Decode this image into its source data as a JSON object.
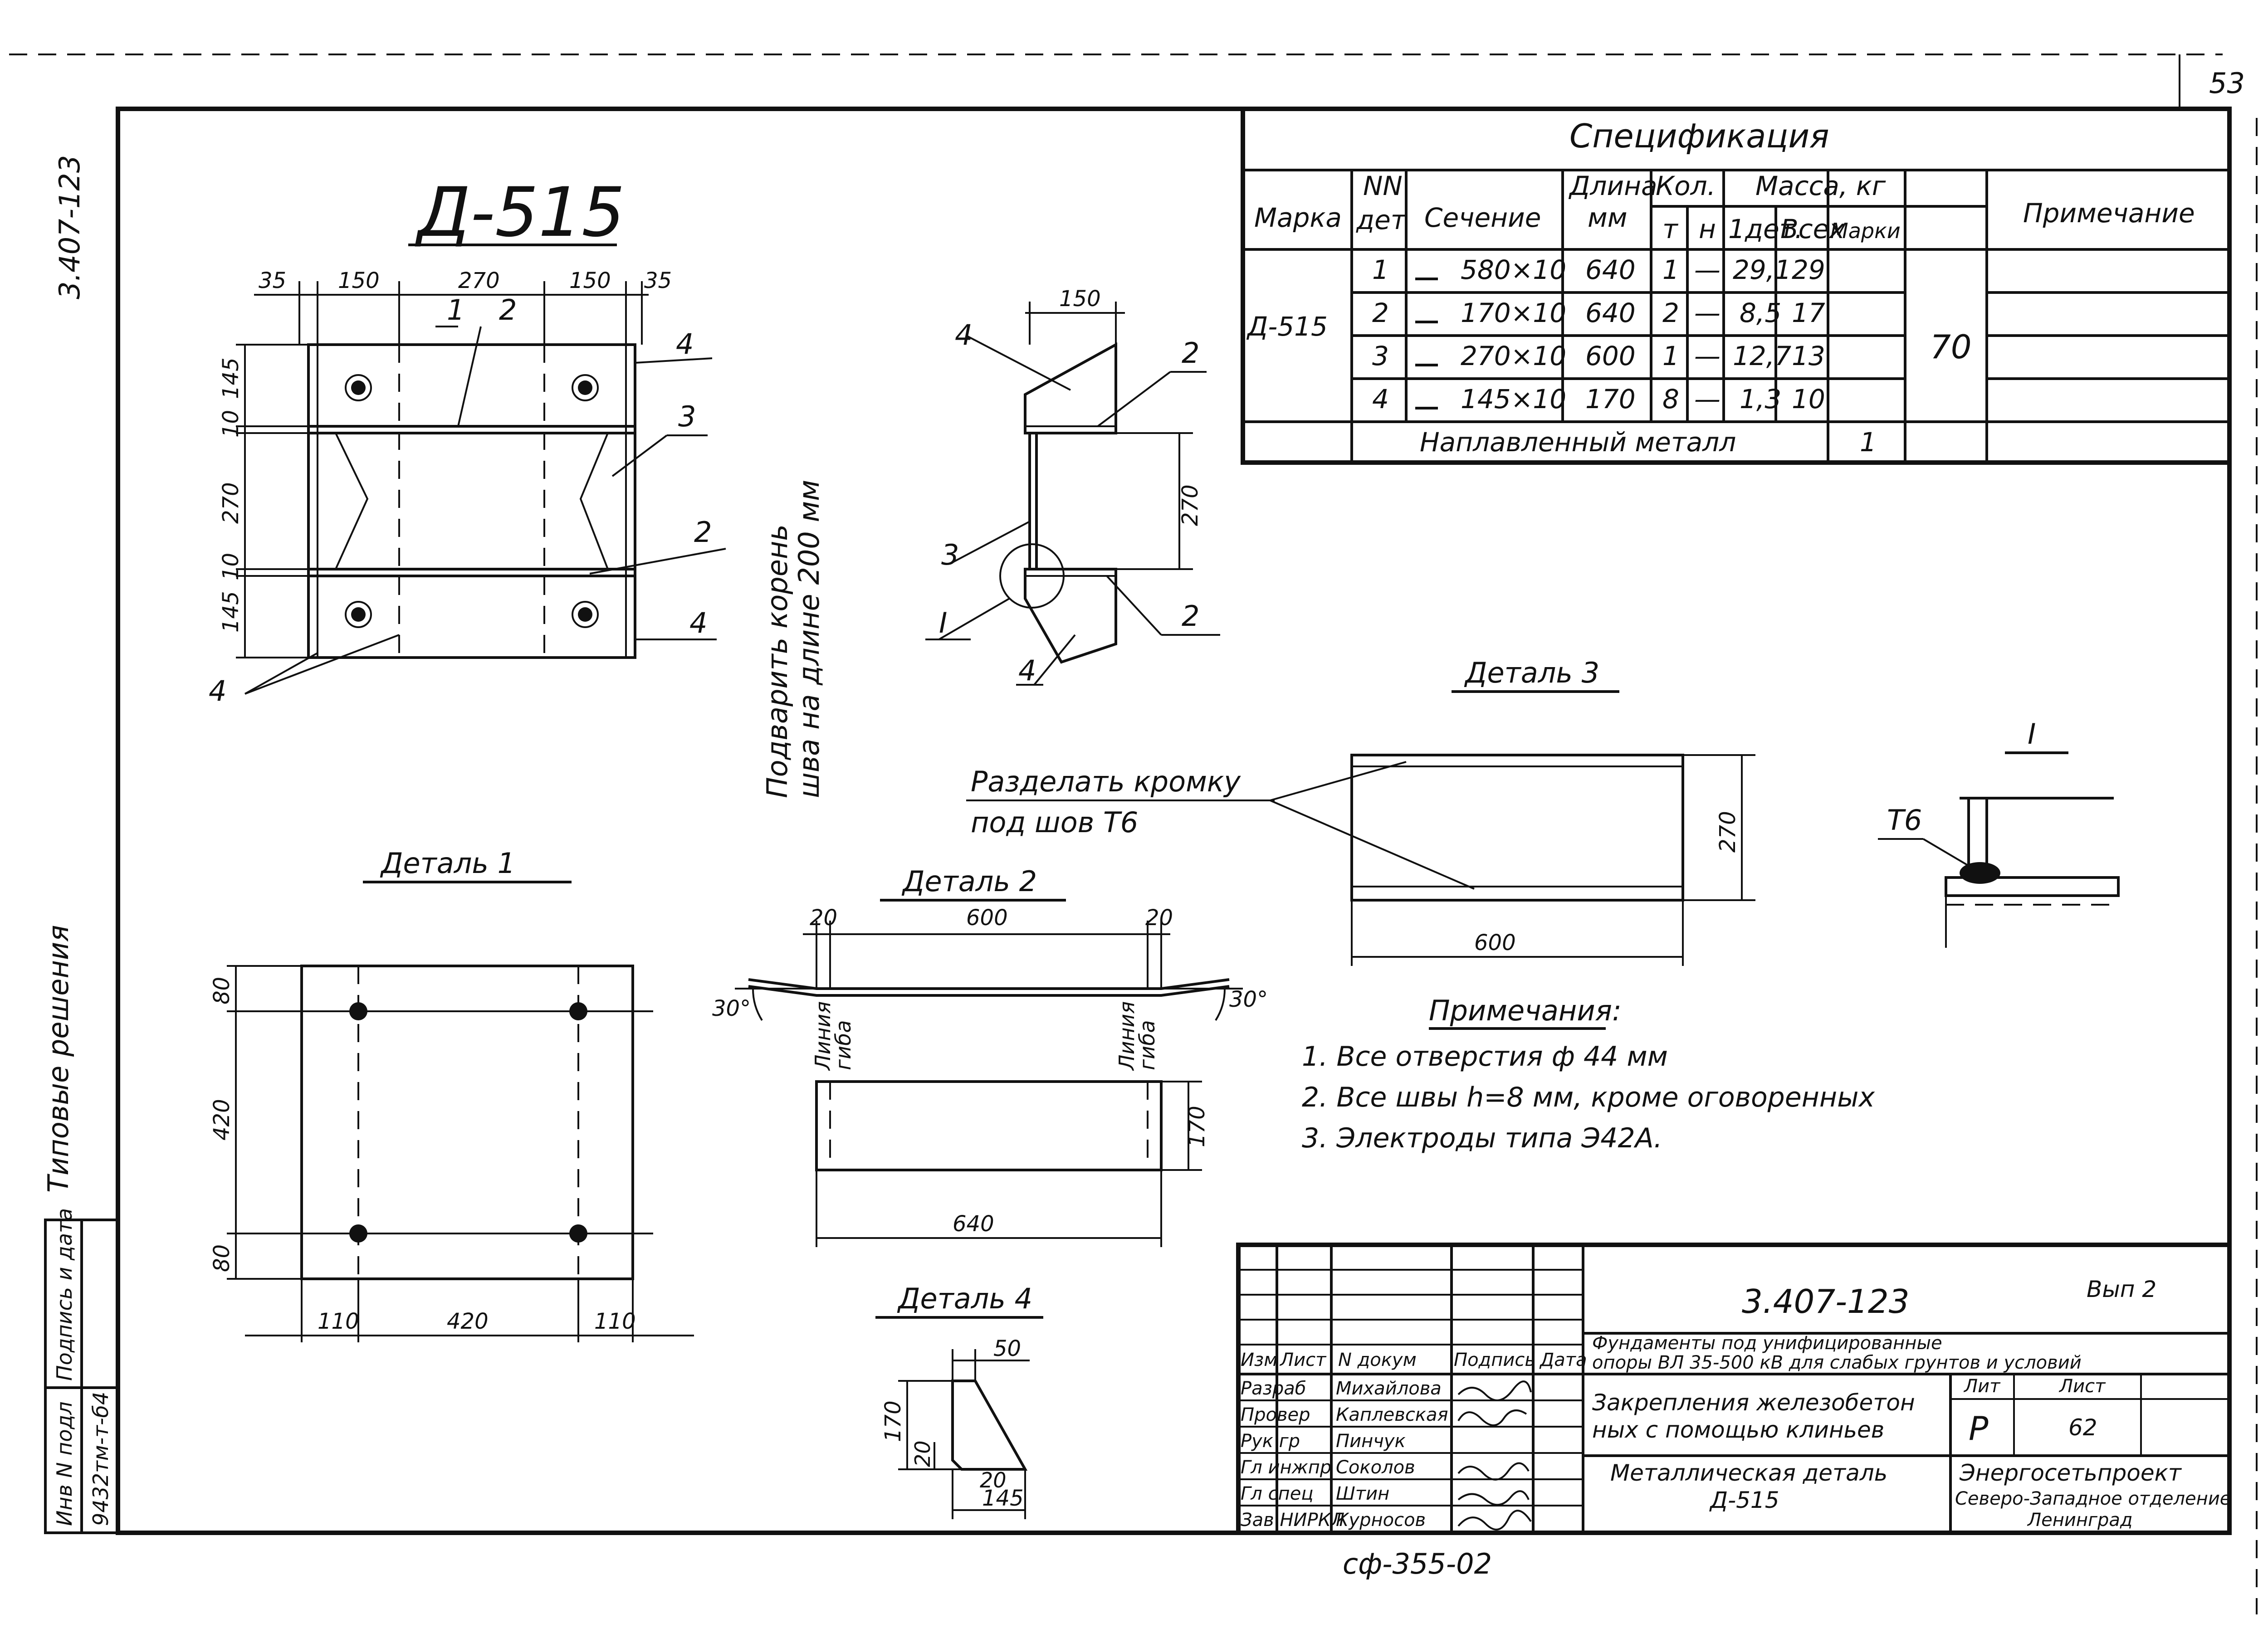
{
  "page_number": "53",
  "side_code": "3.407-123",
  "side_title": "Типовые решения",
  "inv": {
    "inv_label": "Инв N подл",
    "sign_label": "Подпись и дата",
    "inv_value": "9432тм-т-б4"
  },
  "main_view": {
    "title": "Д-515",
    "dims_top": [
      "35",
      "150",
      "270",
      "150",
      "35"
    ],
    "dims_left": [
      "145",
      "10",
      "270",
      "10",
      "145"
    ],
    "parts": [
      "1",
      "2",
      "3",
      "2",
      "4",
      "4",
      "4"
    ],
    "weld_note_1": "Подварить корень",
    "weld_note_2": "шва на длине 200 мм"
  },
  "section_view": {
    "dim_top": "150",
    "dim_height": "270",
    "parts": [
      "4",
      "2",
      "3",
      "2",
      "4"
    ],
    "callout": "I"
  },
  "spec": {
    "title": "Спецификация",
    "headers": {
      "mark": "Марка",
      "num_1": "NN",
      "num_2": "дет",
      "section": "Сечение",
      "length_1": "Длина",
      "length_2": "мм",
      "qty": "Кол.",
      "qty_t": "т",
      "qty_n": "н",
      "mass": "Масса, кг",
      "mass_1": "1дет.",
      "mass_all": "Всех",
      "mass_mark": "Марки",
      "note": "Примечание"
    },
    "mark_value": "Д-515",
    "mark_mass": "70",
    "rows": [
      {
        "num": "1",
        "section": "580×10",
        "length": "640",
        "t": "1",
        "n": "—",
        "m1": "29,1",
        "mall": "29"
      },
      {
        "num": "2",
        "section": "170×10",
        "length": "640",
        "t": "2",
        "n": "—",
        "m1": "8,5",
        "mall": "17"
      },
      {
        "num": "3",
        "section": "270×10",
        "length": "600",
        "t": "1",
        "n": "—",
        "m1": "12,7",
        "mall": "13"
      },
      {
        "num": "4",
        "section": "145×10",
        "length": "170",
        "t": "8",
        "n": "—",
        "m1": "1,3",
        "mall": "10"
      }
    ],
    "weld_row_label": "Наплавленный металл",
    "weld_row_value": "1"
  },
  "detail1": {
    "title": "Деталь 1",
    "dims_left": [
      "80",
      "420",
      "80"
    ],
    "dims_bottom": [
      "110",
      "420",
      "110"
    ]
  },
  "detail2": {
    "title": "Деталь 2",
    "dims_top": [
      "20",
      "600",
      "20"
    ],
    "angle_left": "30°",
    "angle_right": "30°",
    "bend_1": "Линия",
    "bend_2": "гиба",
    "dim_height": "170",
    "dim_length": "640"
  },
  "detail3": {
    "title": "Деталь 3",
    "edge_note_1": "Разделать кромку",
    "edge_note_2": "под шов Т6",
    "dim_height": "270",
    "dim_length": "600"
  },
  "detail4": {
    "title": "Деталь 4",
    "dim_top": "50",
    "dim_height": "170",
    "dim_small": "20",
    "dim_bottom_a": "20",
    "dim_bottom_b": "145"
  },
  "detail_i": {
    "title": "I",
    "weld": "Т6"
  },
  "notes": {
    "title": "Примечания:",
    "items": [
      "1. Все отверстия ф 44 мм",
      "2. Все швы h=8 мм, кроме оговоренных",
      "3. Электроды типа Э42А."
    ]
  },
  "title_block": {
    "code": "3.407-123",
    "sheet_tag": "Вып 2",
    "project_1": "Фундаменты под унифицированные",
    "project_2": "опоры ВЛ 35-500 кВ для слабых грунтов и условий",
    "col_headers": [
      "Изм",
      "Лист",
      "N докум",
      "Подпись",
      "Дата"
    ],
    "roles": [
      {
        "role": "Разраб",
        "name": "Михайлова"
      },
      {
        "role": "Провер",
        "name": "Каплевская"
      },
      {
        "role": "Рук гр",
        "name": "Пинчук"
      },
      {
        "role": "Гл инжпр",
        "name": "Соколов"
      },
      {
        "role": "Гл спец",
        "name": "Штин"
      },
      {
        "role": "Зав НИРКЛ",
        "name": "Курносов"
      }
    ],
    "subject_1": "Закрепления железобетон",
    "subject_2": "ных с помощью клиньев",
    "part_1": "Металлическая деталь",
    "part_2": "Д-515",
    "stage_label": "Лит",
    "stage_value": "Р",
    "sheet_label": "Лист",
    "sheet_value": "62",
    "org_1": "Энергосетьпроект",
    "org_2": "Северо-Западное отделение",
    "org_3": "Ленинград",
    "stamp": "сф-355-02"
  }
}
